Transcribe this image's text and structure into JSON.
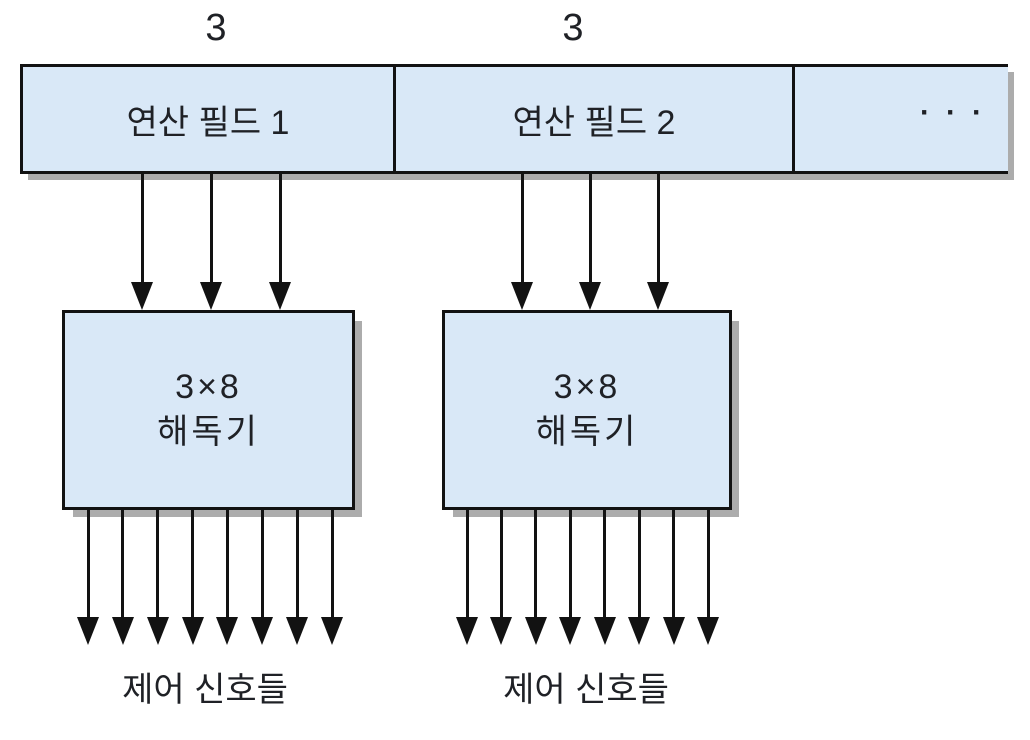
{
  "diagram": {
    "title_hint": "microprogram operation-field decoding diagram",
    "bit_width_labels": [
      "3",
      "3"
    ],
    "register_fields": [
      {
        "label": "연산 필드 1"
      },
      {
        "label": "연산 필드 2"
      },
      {
        "label": "···",
        "is_ellipsis": true
      }
    ],
    "decoders": [
      {
        "size_label": "3×8",
        "name_label": "해독기",
        "inputs": 3,
        "outputs": 8,
        "output_label": "제어 신호들"
      },
      {
        "size_label": "3×8",
        "name_label": "해독기",
        "inputs": 3,
        "outputs": 8,
        "output_label": "제어 신호들"
      }
    ],
    "colors": {
      "box_fill": "#d9e8f7",
      "border": "#121212",
      "shadow": "#acacac",
      "text": "#1f2126"
    }
  }
}
